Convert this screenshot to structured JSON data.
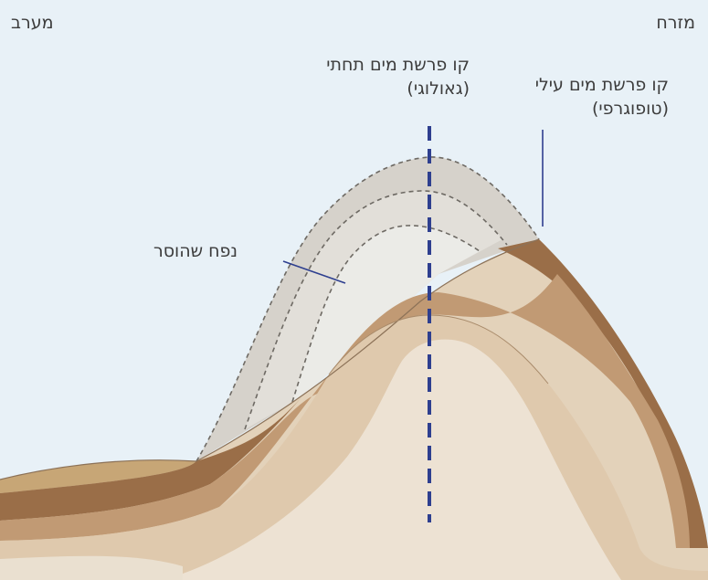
{
  "directions": {
    "west": "מערב",
    "east": "מזרח"
  },
  "labels": {
    "geological_divide_line1": "קו פרשת מים תחתי",
    "geological_divide_line2": "(גאולוגי)",
    "topographic_divide_line1": "קו פרשת מים עילי",
    "topographic_divide_line2": "(טופוגרפי)",
    "eroded_area": "נפח שהוסר"
  },
  "colors": {
    "sky": "#e8f1f7",
    "geological_divide_line": "#2e3f8f",
    "eroded_volume": "#d6d2cb",
    "eroded_inner": "#ebebe7",
    "core": "#ede2d3",
    "layer_light": "#dfc9ad",
    "layer_mid": "#c19a74",
    "layer_dark": "#9a6e48"
  }
}
